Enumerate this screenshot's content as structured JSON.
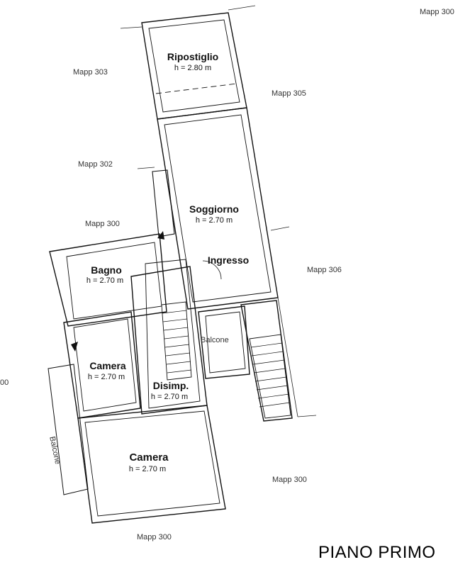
{
  "title": "PIANO PRIMO",
  "parcels": {
    "top_right": "Mapp 300",
    "left_303": "Mapp 303",
    "right_305": "Mapp 305",
    "left_302": "Mapp 302",
    "left_300": "Mapp 300",
    "right_306": "Mapp 306",
    "far_left_partial": "00",
    "bottom_right": "Mapp 300",
    "bottom": "Mapp 300"
  },
  "rooms": {
    "ripostiglio": {
      "name": "Ripostiglio",
      "height": "h = 2.80 m"
    },
    "soggiorno": {
      "name": "Soggiorno",
      "height": "h = 2.70 m"
    },
    "ingresso": {
      "name": "Ingresso"
    },
    "bagno": {
      "name": "Bagno",
      "height": "h = 2.70 m"
    },
    "camera1": {
      "name": "Camera",
      "height": "h = 2.70 m"
    },
    "disimpegno": {
      "name": "Disimp.",
      "height": "h = 2.70 m"
    },
    "camera2": {
      "name": "Camera",
      "height": "h = 2.70 m"
    },
    "balcone_right": {
      "name": "Balcone"
    },
    "balcone_left": {
      "name": "Balcone"
    }
  }
}
